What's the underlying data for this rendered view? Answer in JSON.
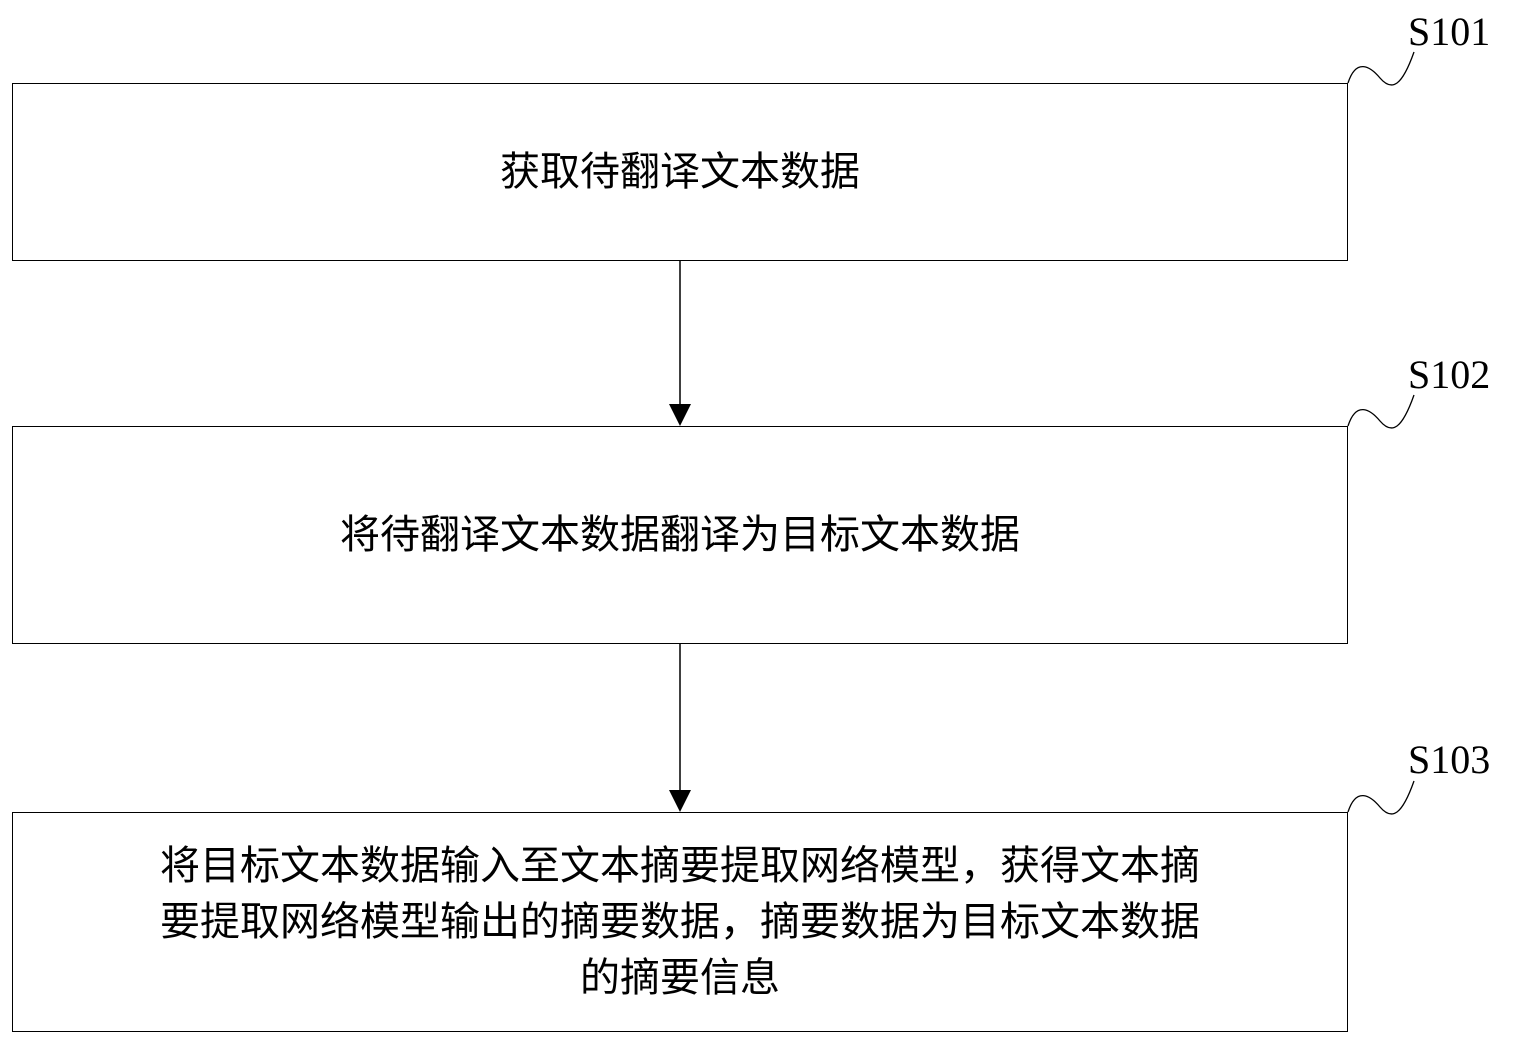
{
  "steps": [
    {
      "label": "S101",
      "text": "获取待翻译文本数据"
    },
    {
      "label": "S102",
      "text": "将待翻译文本数据翻译为目标文本数据"
    },
    {
      "label": "S103",
      "text": "将目标文本数据输入至文本摘要提取网络模型，获得文本摘\n要提取网络模型输出的摘要数据，摘要数据为目标文本数据\n的摘要信息"
    }
  ]
}
